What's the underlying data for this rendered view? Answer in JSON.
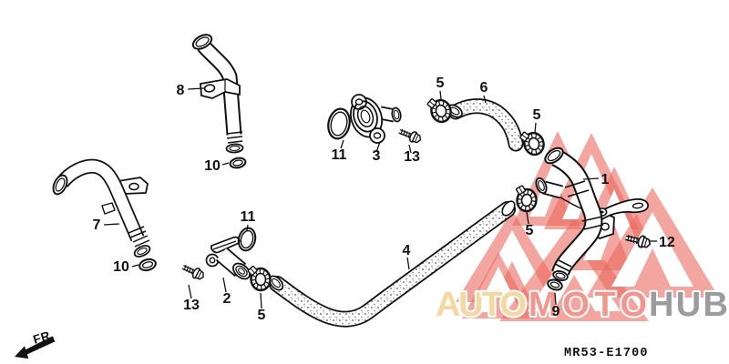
{
  "diagram": {
    "code": "MR53-E1700",
    "fr_label": "FR.",
    "line_color": "#111111",
    "callouts": [
      {
        "text": "8"
      },
      {
        "text": "10"
      },
      {
        "text": "7"
      },
      {
        "text": "10"
      },
      {
        "text": "11"
      },
      {
        "text": "3"
      },
      {
        "text": "13"
      },
      {
        "text": "5"
      },
      {
        "text": "6"
      },
      {
        "text": "5"
      },
      {
        "text": "1"
      },
      {
        "text": "5"
      },
      {
        "text": "12"
      },
      {
        "text": "4"
      },
      {
        "text": "9"
      },
      {
        "text": "13"
      },
      {
        "text": "2"
      },
      {
        "text": "11"
      },
      {
        "text": "5"
      }
    ],
    "watermark": {
      "word_auto": "AUTO",
      "word_moto": "MOTO",
      "word_hub": "HUB",
      "color_auto": "#F6D7A0",
      "color_moto": "#F2968E",
      "color_hub": "#9C9C9C",
      "triangle_color": "rgba(235,105,95,0.6)"
    }
  }
}
